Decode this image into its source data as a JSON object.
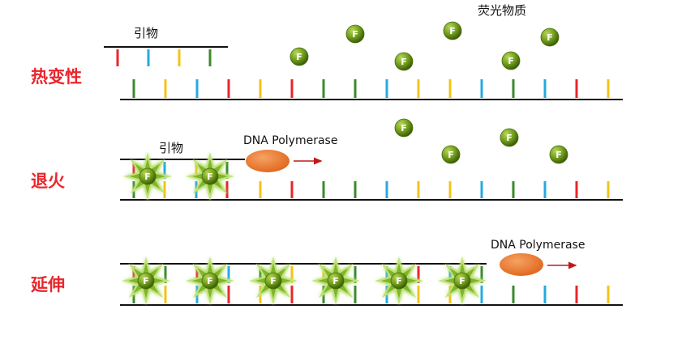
{
  "stages": [
    {
      "id": "denature",
      "label": "热变性"
    },
    {
      "id": "anneal",
      "label": "退火"
    },
    {
      "id": "extend",
      "label": "延伸"
    }
  ],
  "labels": {
    "primer_1": "引物",
    "primer_2": "引物",
    "fluorescent": "荧光物质",
    "polymerase_1": "DNA Polymerase",
    "polymerase_2": "DNA Polymerase"
  },
  "fluor_glyph": "F",
  "colors": {
    "stage_label": "#e8262c",
    "strand": "#111111",
    "base_red": "#e8262c",
    "base_blue": "#27a9e1",
    "base_yellow": "#f3c318",
    "base_green": "#3c8a2e",
    "fluor_ball": "#6e9a1a",
    "star": "#7fb52a",
    "star_glow": "#bfe37a",
    "polymerase": "#ef7b2c",
    "arrow": "#c01818"
  },
  "template_bases": [
    "green",
    "yellow",
    "blue",
    "red",
    "yellow",
    "red",
    "green",
    "green",
    "blue",
    "yellow",
    "yellow",
    "blue",
    "green",
    "blue",
    "red",
    "yellow"
  ],
  "primer_bases": [
    "red",
    "blue",
    "yellow",
    "green"
  ]
}
